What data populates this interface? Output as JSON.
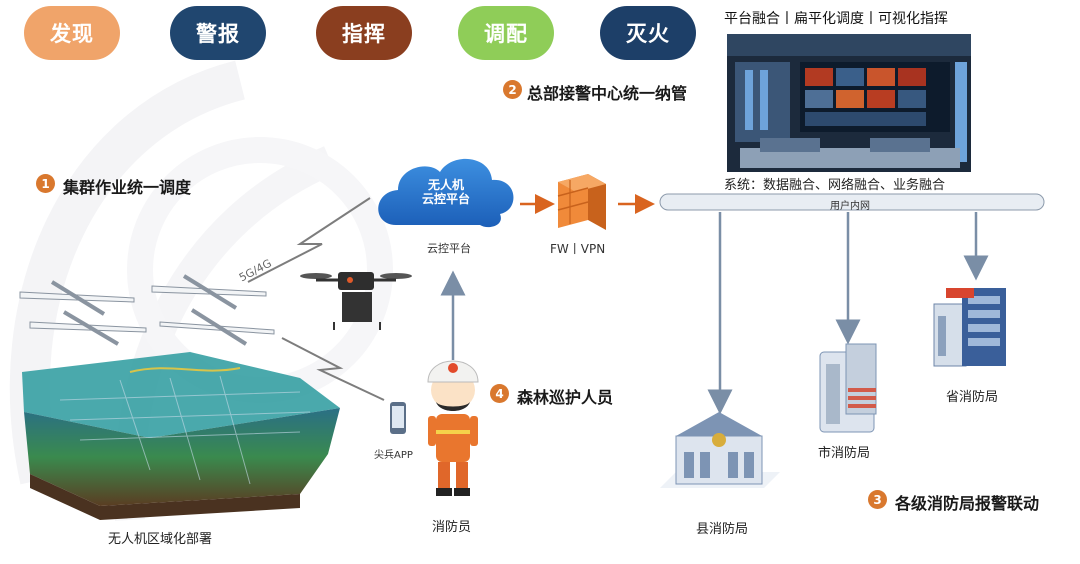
{
  "stages": [
    "发现",
    "警报",
    "指挥",
    "调配",
    "灭火"
  ],
  "stage_colors": [
    "#f0a46a",
    "#20466f",
    "#8a3e1f",
    "#8fcd58",
    "#1d3f68"
  ],
  "top_caption": "平台融合丨扁平化调度丨可视化指挥",
  "step1": {
    "num": "1",
    "text": "集群作业统一调度"
  },
  "step2": {
    "num": "2",
    "text": "总部接警中心统一纳管"
  },
  "step3": {
    "num": "3",
    "text": "各级消防局报警联动"
  },
  "step4": {
    "num": "4",
    "text": "森林巡护人员"
  },
  "cloud": {
    "line1": "无人机",
    "line2": "云控平台",
    "caption": "云控平台"
  },
  "firewall_label": "FW丨VPN",
  "system_caption": "系统：数据融合、网络融合、业务融合",
  "network_label": "用户内网",
  "signal_label": "5G/4G",
  "app_label": "尖兵APP",
  "firefighter_label": "消防员",
  "deploy_label": "无人机区域化部署",
  "stations": {
    "province": "省消防局",
    "city": "市消防局",
    "county": "县消防局"
  }
}
